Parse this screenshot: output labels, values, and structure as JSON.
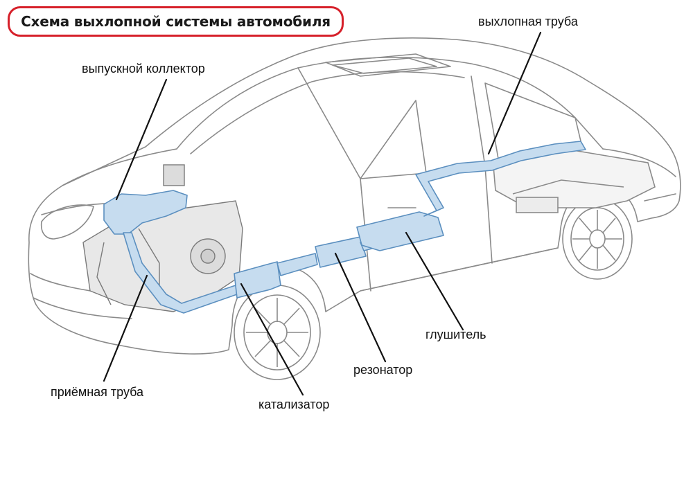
{
  "title": "Схема выхлопной системы автомобиля",
  "labels": {
    "exhaust_manifold": "выпускной коллектор",
    "tailpipe": "выхлопная труба",
    "muffler": "глушитель",
    "resonator": "резонатор",
    "downpipe": "приёмная труба",
    "catalyst": "катализатор"
  },
  "colors": {
    "title_border": "#d6202a",
    "exhaust_fill": "#c6dcef",
    "exhaust_stroke": "#5b8fbf",
    "car_outline": "#8a8a8a",
    "leader_line": "#111111"
  }
}
